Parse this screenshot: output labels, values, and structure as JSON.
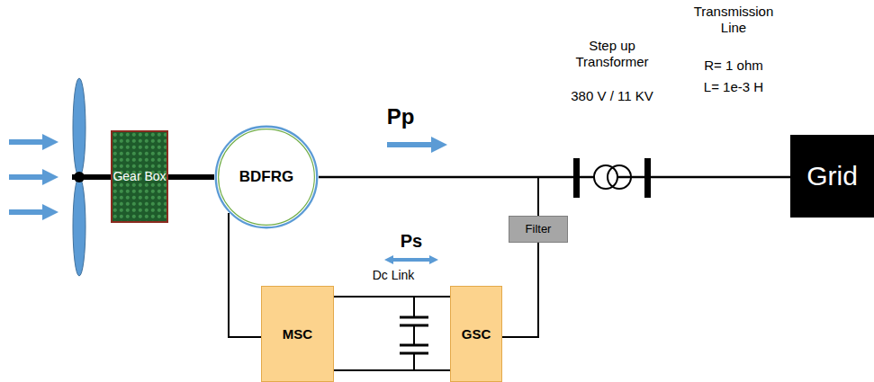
{
  "diagram": {
    "nodes": [
      {
        "text": [
          "Gear Box"
        ]
      },
      {
        "text": [
          "BDFRG"
        ]
      },
      {
        "text": [
          "Filter"
        ]
      },
      {
        "text": [
          "MSC"
        ]
      },
      {
        "text": [
          "GSC"
        ]
      },
      {
        "text": [
          "Grid"
        ]
      }
    ],
    "edges": [
      {
        "from": 0,
        "to": 1,
        "arrow": "none"
      },
      {
        "from": 1,
        "to": 5,
        "arrow": "none"
      },
      {
        "from": 1,
        "to": 3,
        "arrow": "none"
      },
      {
        "from": 3,
        "to": 4,
        "arrow": "none"
      },
      {
        "from": 2,
        "to": 4,
        "arrow": "none"
      }
    ],
    "labels": [
      "Pp",
      "Ps",
      "Dc Link",
      "Step up Transformer",
      "380 V / 11 KV",
      "Transmission Line",
      "R= 1 ohm",
      "L= 1e-3 H"
    ]
  }
}
